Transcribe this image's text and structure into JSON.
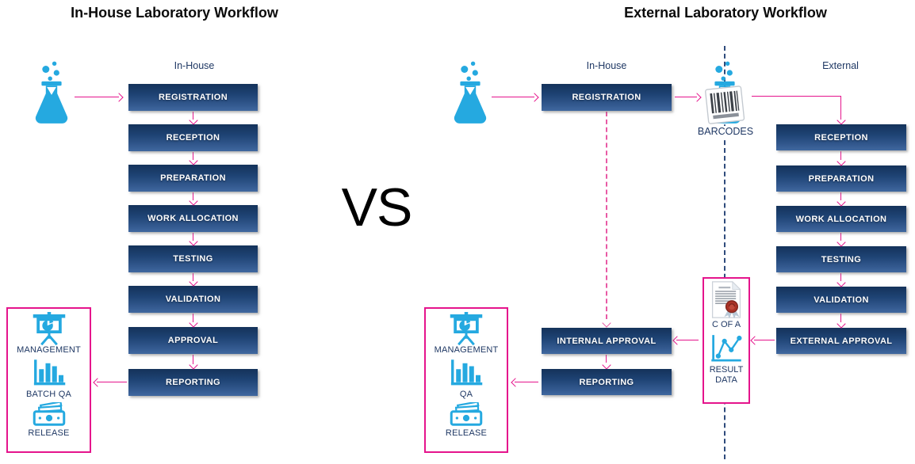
{
  "left_panel": {
    "title": "In-House Laboratory Workflow",
    "column_label": "In-House",
    "steps": [
      "REGISTRATION",
      "RECEPTION",
      "PREPARATION",
      "WORK ALLOCATION",
      "TESTING",
      "VALIDATION",
      "APPROVAL",
      "REPORTING"
    ],
    "outcome_items": [
      {
        "icon": "presentation-pie-chart-icon",
        "label": "MANAGEMENT"
      },
      {
        "icon": "bar-chart-icon",
        "label": "BATCH QA"
      },
      {
        "icon": "banknotes-icon",
        "label": "RELEASE"
      }
    ]
  },
  "vs_label": "VS",
  "right_panel": {
    "title": "External Laboratory Workflow",
    "inhouse_column_label": "In-House",
    "external_column_label": "External",
    "registration_label": "REGISTRATION",
    "barcodes_label": "BARCODES",
    "external_steps": [
      "RECEPTION",
      "PREPARATION",
      "WORK ALLOCATION",
      "TESTING",
      "VALIDATION",
      "EXTERNAL APPROVAL"
    ],
    "cofa_box": {
      "cofa_label": "C OF A",
      "result_label_line1": "RESULT",
      "result_label_line2": "DATA"
    },
    "internal_approval_label": "INTERNAL APPROVAL",
    "reporting_label": "REPORTING",
    "outcome_items": [
      {
        "icon": "presentation-pie-chart-icon",
        "label": "MANAGEMENT"
      },
      {
        "icon": "bar-chart-icon",
        "label": "QA"
      },
      {
        "icon": "banknotes-icon",
        "label": "RELEASE"
      }
    ]
  },
  "colors": {
    "accent_pink": "#e5148c",
    "icon_blue": "#25a9e0",
    "label_blue": "#1f3864",
    "box_gradient_top": "#14325a",
    "box_gradient_bottom": "#40689f",
    "dashed_blue": "#2f4b7c"
  }
}
